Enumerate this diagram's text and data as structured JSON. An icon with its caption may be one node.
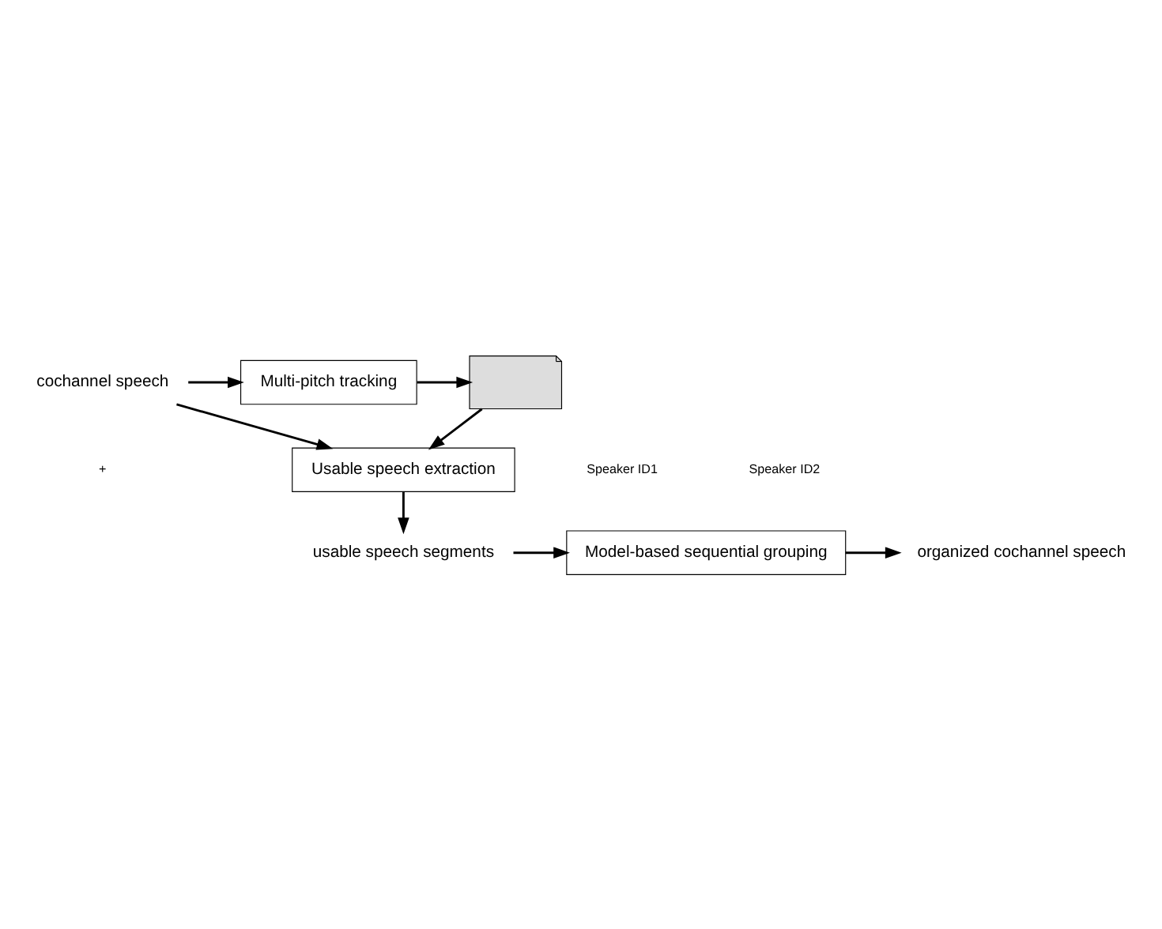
{
  "diagram": {
    "nodes": [
      {
        "text": [
          "cochannel speech"
        ]
      },
      {
        "text": [
          "Multi-pitch tracking"
        ]
      },
      {
        "text": [],
        "shape": "picture"
      },
      {
        "text": [
          "Usable speech extraction"
        ]
      },
      {
        "text": [
          "usable speech segments"
        ]
      },
      {
        "text": [
          "Model-based sequential grouping"
        ]
      },
      {
        "text": [
          "organized cochannel speech"
        ]
      }
    ],
    "edges": [
      {
        "from": 0,
        "to": 1,
        "arrow": "to"
      },
      {
        "from": 0,
        "to": 3,
        "arrow": "to"
      },
      {
        "from": 1,
        "to": 2,
        "arrow": "to"
      },
      {
        "from": 2,
        "to": 3,
        "arrow": "to"
      },
      {
        "from": 3,
        "to": 4,
        "arrow": "to"
      },
      {
        "from": 4,
        "to": 5,
        "arrow": "to"
      },
      {
        "from": 5,
        "to": 6,
        "arrow": "to"
      }
    ],
    "labels": [
      "+",
      "Speaker ID1",
      "Speaker ID2"
    ]
  }
}
